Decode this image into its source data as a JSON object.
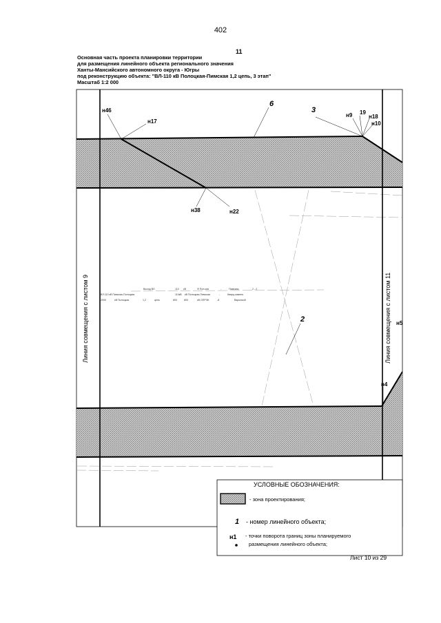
{
  "page_number": "402",
  "sheet_number": "11",
  "header": {
    "line1": "Основная часть проекта планировки территории",
    "line2": "для размещения линейного объекта регионального значения",
    "line3": "Ханты-Мансийского автономного округа - Югры",
    "line4": "под реконструкцию объекта: \"ВЛ-110 кВ Полоцкая-Пимская 1,2 цепь, 3 этап\"",
    "line5": "Масштаб 1:2 000"
  },
  "side_labels": {
    "left": "Линия совмещения с листом 9",
    "right": "Линия совмещения с листом 11"
  },
  "point_labels": {
    "n46": "н46",
    "n17": "н17",
    "n38": "н38",
    "n22": "н22",
    "n9": "н9",
    "p19": "19",
    "n18": "н18",
    "n10": "н10",
    "n5": "н5",
    "n4": "н4"
  },
  "object_numbers": {
    "obj6": "6",
    "obj3": "3",
    "obj2": "2"
  },
  "faint_texts": {
    "r1a": "Выход ВЛ",
    "r1b": "110",
    "r1c": "кВ",
    "r1d": "Ф Пол-кая",
    "r1e": "-",
    "r1f": "Пимская",
    "r1g": "2 - 2",
    "r2a": "ВЛ 110 кВ Пимская-Полоцкая",
    "r2b": "110кВ",
    "r2c": "кВ Полоцкая-Пимская",
    "r2d": "-",
    "r2e": "Кварц-камень",
    "r3a": "2000",
    "r3b": "кВ Полоцкая",
    "r3c": "1,2",
    "r3d": "цепь",
    "r3e": "800",
    "r3f": "800",
    "r3g": "кВ ОПРЭК",
    "r3h": "-8",
    "r3i": "Варынкой"
  },
  "legend": {
    "title": "УСЛОВНЫЕ ОБОЗНАЧЕНИЯ:",
    "zone_text": "- зона проектирования;",
    "num_symbol": "1",
    "num_text": "-  номер линейного объекта;",
    "point_symbol": "н1",
    "point_text1": "- точки поворота границ зоны планируемого",
    "point_text2": "размещения линейного объекта;"
  },
  "footer": "Лист 10 из 29"
}
